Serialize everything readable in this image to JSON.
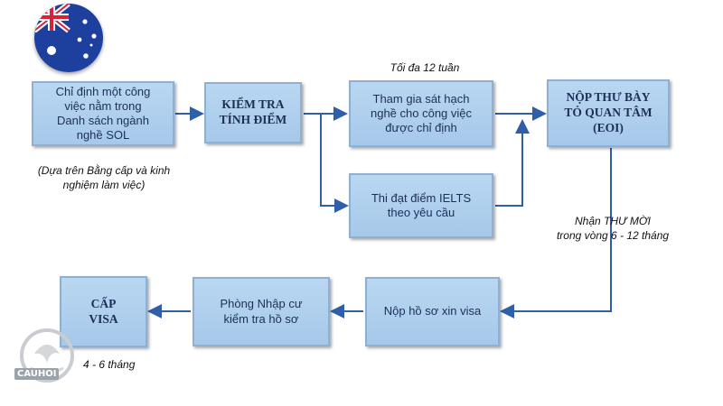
{
  "header": {
    "flag": "australia-flag-icon"
  },
  "steps": {
    "sol": "Chỉ định một công\nviệc nằm trong\nDanh sách ngành\nnghề SOL",
    "points": "KIỂM TRA\nTÍNH ĐIỂM",
    "skills": "Tham gia sát hạch\nnghề cho công việc\nđược chỉ định",
    "eoi": "NỘP THƯ BÀY\nTỎ QUAN TÂM\n(EOI)",
    "ielts": "Thi đạt điểm IELTS\ntheo yêu cầu",
    "lodge": "Nộp hồ sơ xin visa",
    "immigration": "Phòng Nhập cư\nkiểm tra hồ sơ",
    "grant": "CẤP\nVISA"
  },
  "notes": {
    "sol_basis": "(Dựa trên Bằng cấp và kinh\nnghiệm làm việc)",
    "max_weeks": "Tối đa 12 tuần",
    "invitation": "Nhận THƯ MỜI\ntrong vòng 6 - 12 tháng",
    "grant_time": "4 - 6 tháng"
  },
  "watermark": {
    "text": "CAUHOI",
    "icon": "cauhoi-logo-icon"
  },
  "colors": {
    "box_fill": "#a6c8ea",
    "box_border": "#8fb0d3",
    "arrow": "#2f5fa8",
    "text": "#1d2f57"
  }
}
